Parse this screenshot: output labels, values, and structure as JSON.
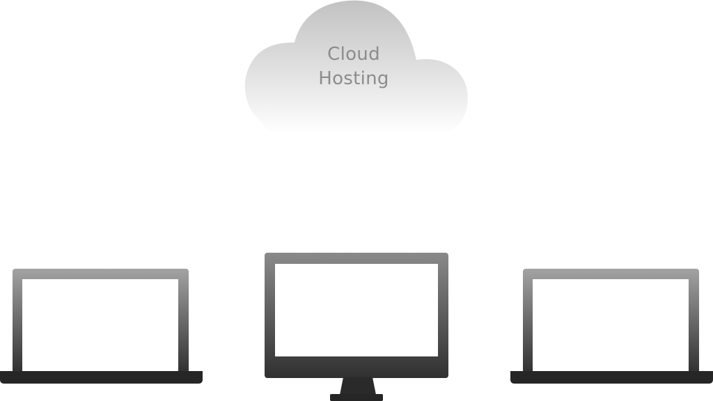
{
  "cloud": {
    "label_line1": "Cloud",
    "label_line2": "Hosting",
    "gradient_top": "#c2c2c2",
    "gradient_bottom": "#ffffff",
    "text_color": "#8c8c8c"
  },
  "devices": [
    {
      "type": "laptop",
      "position": "left"
    },
    {
      "type": "desktop-monitor",
      "position": "center"
    },
    {
      "type": "laptop",
      "position": "right"
    }
  ],
  "device_colors": {
    "frame_top": "#a3a3a3",
    "frame_bottom": "#2b2b2b",
    "screen": "#ffffff"
  }
}
